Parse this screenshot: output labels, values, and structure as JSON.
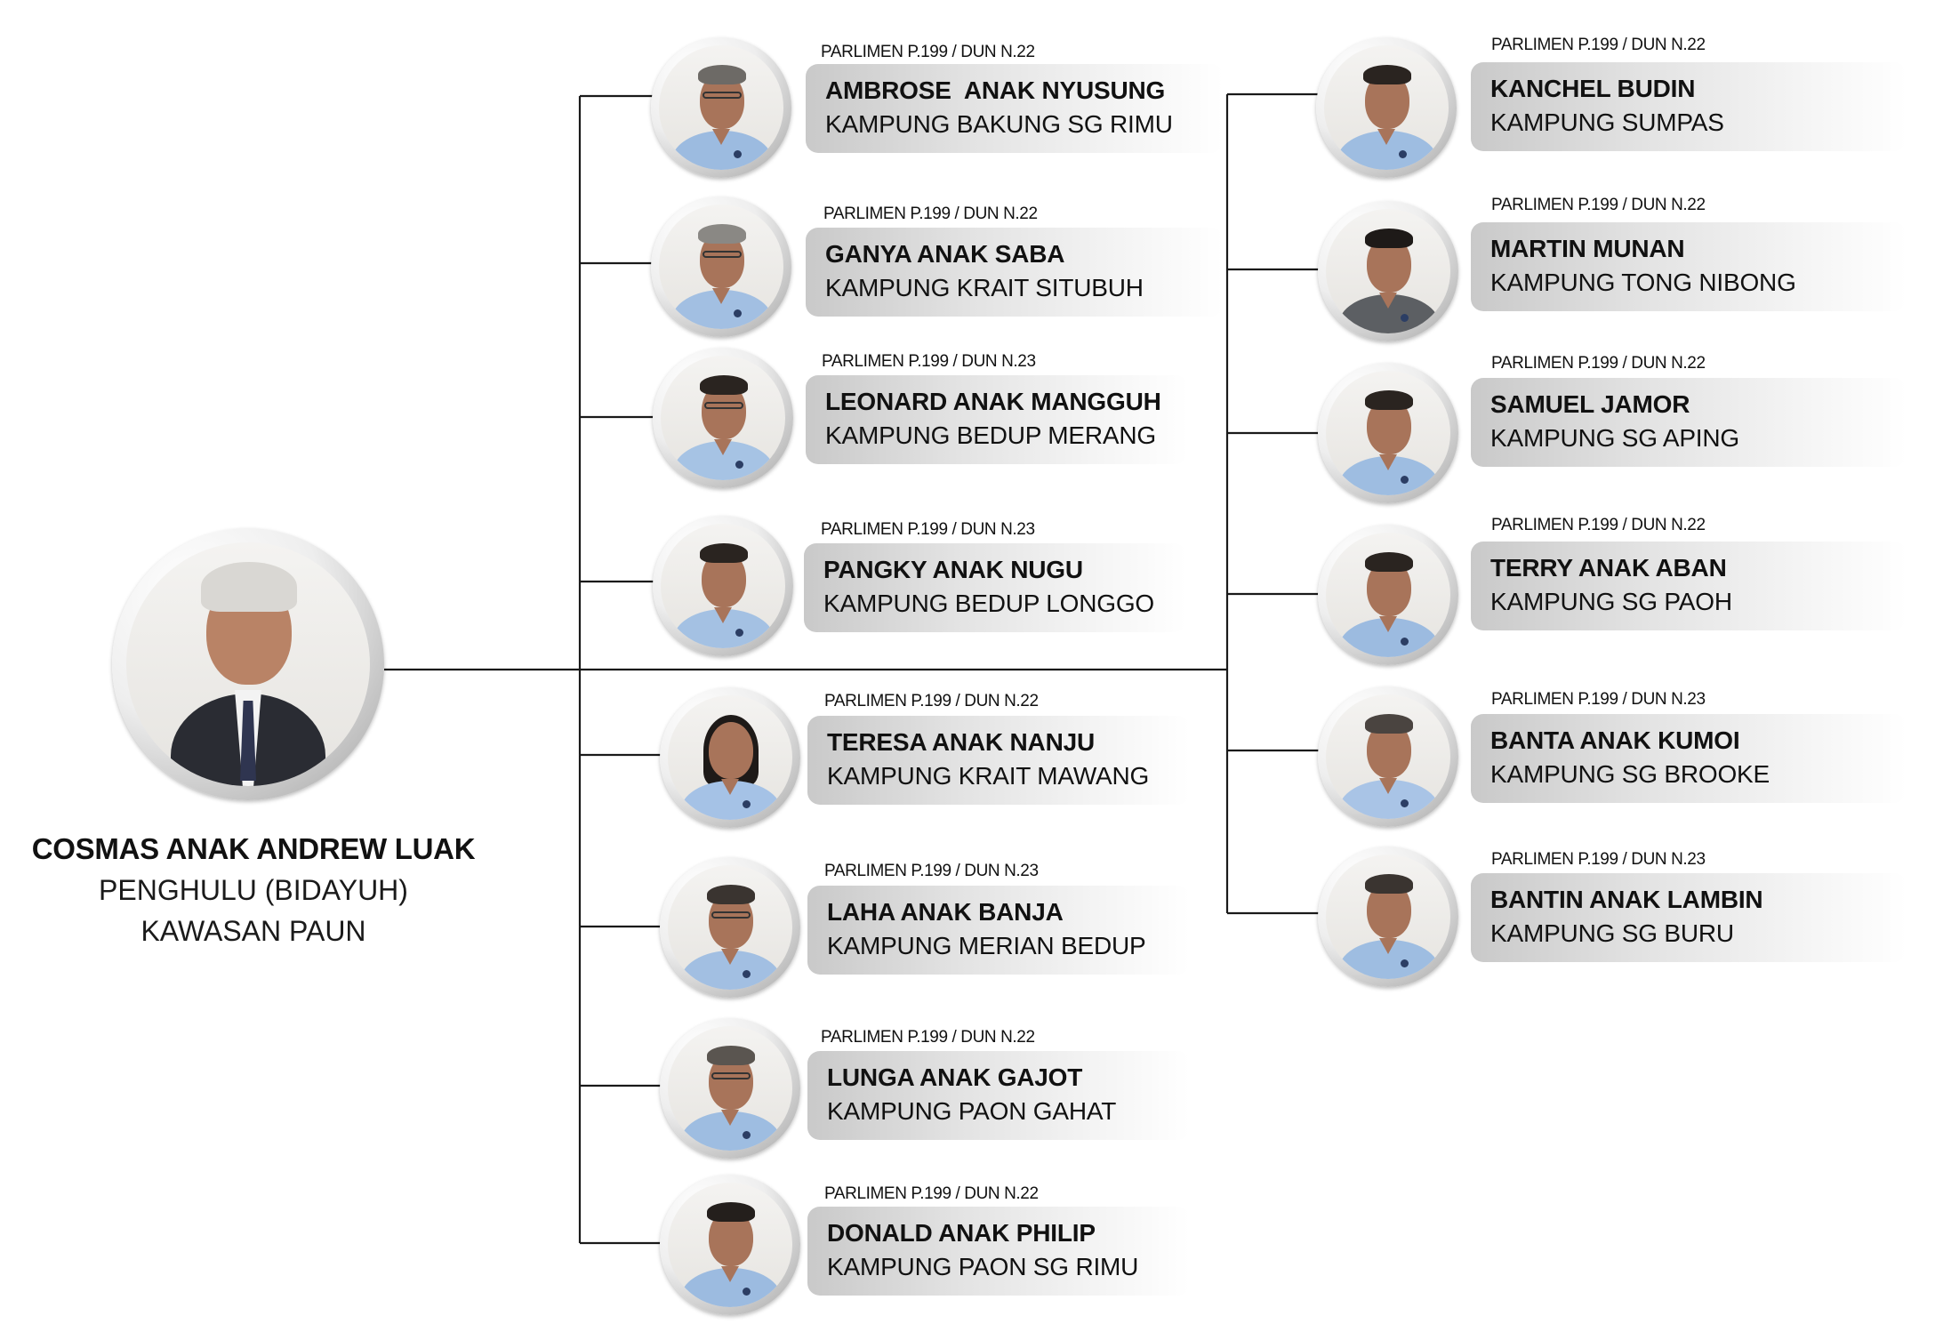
{
  "leader": {
    "name": "COSMAS ANAK ANDREW LUAK",
    "title": "PENGHULU (BIDAYUH)",
    "area": "KAWASAN PAUN"
  },
  "members": [
    {
      "constituency": "PARLIMEN P.199 / DUN N.22",
      "name": "AMBROSE  ANAK NYUSUNG",
      "village": "KAMPUNG BAKUNG SG RIMU"
    },
    {
      "constituency": "PARLIMEN P.199 / DUN N.22",
      "name": "GANYA ANAK SABA",
      "village": "KAMPUNG KRAIT SITUBUH"
    },
    {
      "constituency": "PARLIMEN P.199 / DUN N.23",
      "name": "LEONARD ANAK MANGGUH",
      "village": "KAMPUNG BEDUP MERANG"
    },
    {
      "constituency": "PARLIMEN P.199 / DUN N.23",
      "name": "PANGKY ANAK NUGU",
      "village": "KAMPUNG BEDUP LONGGO"
    },
    {
      "constituency": "PARLIMEN P.199 / DUN N.22",
      "name": "TERESA ANAK NANJU",
      "village": "KAMPUNG KRAIT MAWANG"
    },
    {
      "constituency": "PARLIMEN P.199 / DUN N.23",
      "name": "LAHA ANAK BANJA",
      "village": "KAMPUNG MERIAN BEDUP"
    },
    {
      "constituency": "PARLIMEN P.199 / DUN N.22",
      "name": "LUNGA ANAK GAJOT",
      "village": "KAMPUNG PAON GAHAT"
    },
    {
      "constituency": "PARLIMEN P.199 / DUN N.22",
      "name": "DONALD ANAK PHILIP",
      "village": "KAMPUNG PAON SG RIMU"
    },
    {
      "constituency": "PARLIMEN P.199 / DUN N.22",
      "name": "KANCHEL BUDIN",
      "village": "KAMPUNG SUMPAS"
    },
    {
      "constituency": "PARLIMEN P.199 / DUN N.22",
      "name": "MARTIN MUNAN",
      "village": "KAMPUNG TONG NIBONG"
    },
    {
      "constituency": "PARLIMEN P.199 / DUN N.22",
      "name": "SAMUEL JAMOR",
      "village": "KAMPUNG SG APING"
    },
    {
      "constituency": "PARLIMEN P.199 / DUN N.22",
      "name": "TERRY ANAK ABAN",
      "village": "KAMPUNG SG PAOH"
    },
    {
      "constituency": "PARLIMEN P.199 / DUN N.23",
      "name": "BANTA ANAK KUMOI",
      "village": "KAMPUNG SG BROOKE"
    },
    {
      "constituency": "PARLIMEN P.199 / DUN N.23",
      "name": "BANTIN ANAK LAMBIN",
      "village": "KAMPUNG SG BURU"
    }
  ]
}
